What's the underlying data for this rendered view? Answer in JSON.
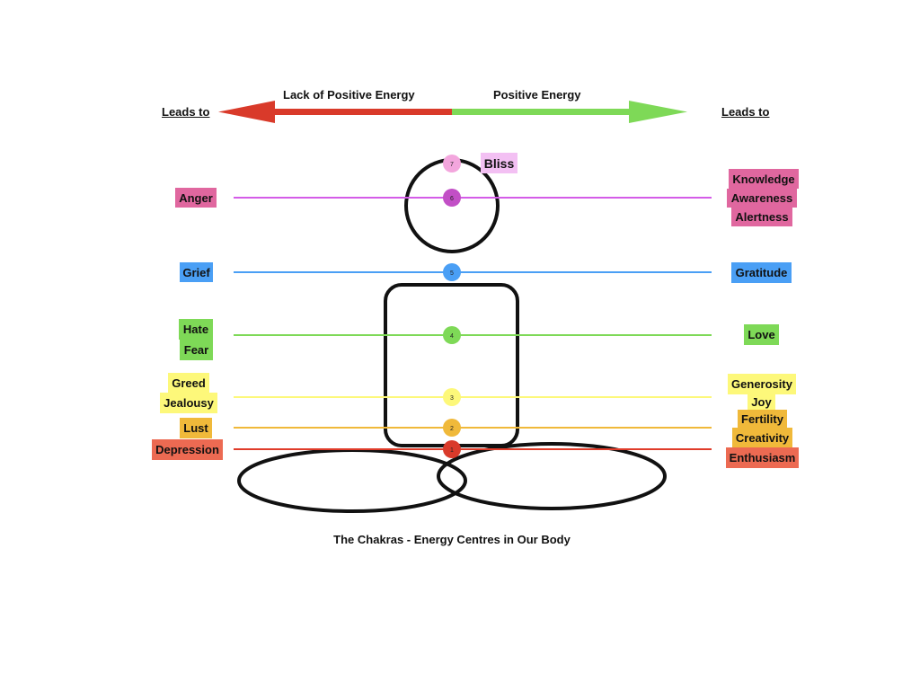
{
  "header": {
    "left_leads_to": "Leads to",
    "right_leads_to": "Leads to",
    "negative_label": "Lack of Positive Energy",
    "positive_label": "Positive Energy"
  },
  "chakras": [
    {
      "number": "1",
      "color": "#d93a2a"
    },
    {
      "number": "2",
      "color": "#f0b93a"
    },
    {
      "number": "3",
      "color": "#fdf87a"
    },
    {
      "number": "4",
      "color": "#7ed957"
    },
    {
      "number": "5",
      "color": "#4a9ff5"
    },
    {
      "number": "6",
      "color": "#c24fc6"
    },
    {
      "number": "7",
      "color": "#f3a6dd"
    }
  ],
  "bliss": "Bliss",
  "negative": {
    "anger": "Anger",
    "grief": "Grief",
    "hate": "Hate",
    "fear": "Fear",
    "greed": "Greed",
    "jealousy": "Jealousy",
    "lust": "Lust",
    "depression": "Depression"
  },
  "positive": {
    "knowledge": "Knowledge",
    "awareness": "Awareness",
    "alertness": "Alertness",
    "gratitude": "Gratitude",
    "love": "Love",
    "generosity": "Generosity",
    "joy": "Joy",
    "fertility": "Fertility",
    "creativity": "Creativity",
    "enthusiasm": "Enthusiasm"
  },
  "caption": "The Chakras - Energy Centres in Our Body"
}
